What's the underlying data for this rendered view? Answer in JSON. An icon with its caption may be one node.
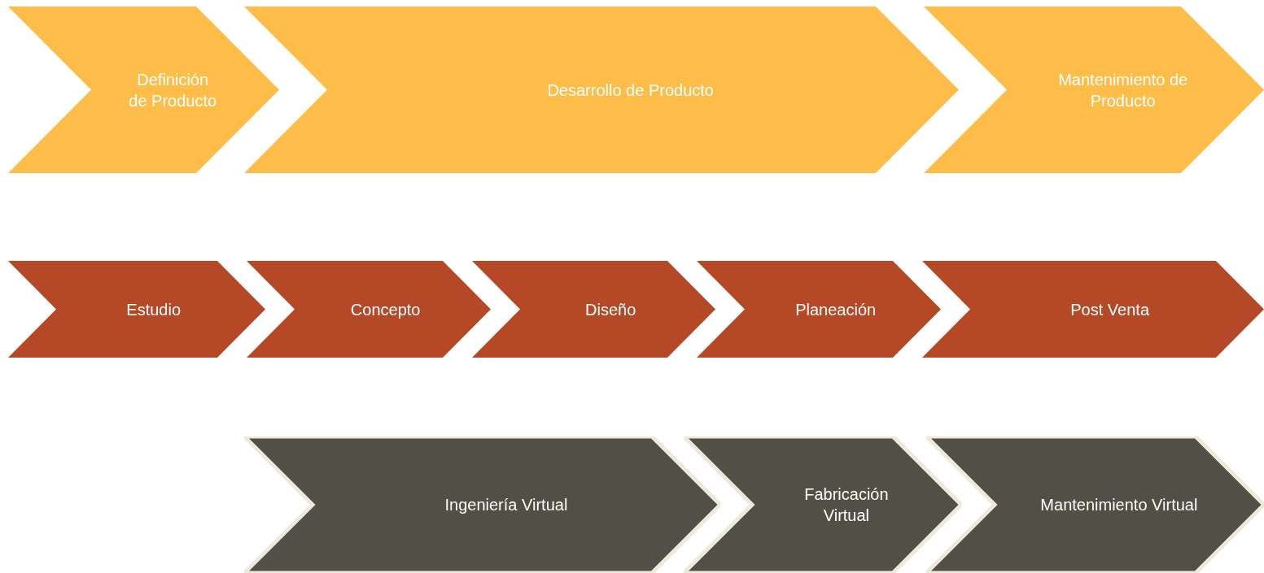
{
  "diagram": {
    "nodes": [
      {
        "text": [
          "Definición de Producto"
        ]
      },
      {
        "text": [
          "Desarrollo de Producto"
        ]
      },
      {
        "text": [
          "Mantenimiento de Producto"
        ]
      },
      {
        "text": [
          "Estudio"
        ]
      },
      {
        "text": [
          "Concepto"
        ]
      },
      {
        "text": [
          "Diseño"
        ]
      },
      {
        "text": [
          "Planeación"
        ]
      },
      {
        "text": [
          "Post Venta"
        ]
      },
      {
        "text": [
          "Ingeniería Virtual"
        ]
      },
      {
        "text": [
          "Fabricación Virtual"
        ]
      },
      {
        "text": [
          "Mantenimiento Virtual"
        ]
      }
    ]
  }
}
